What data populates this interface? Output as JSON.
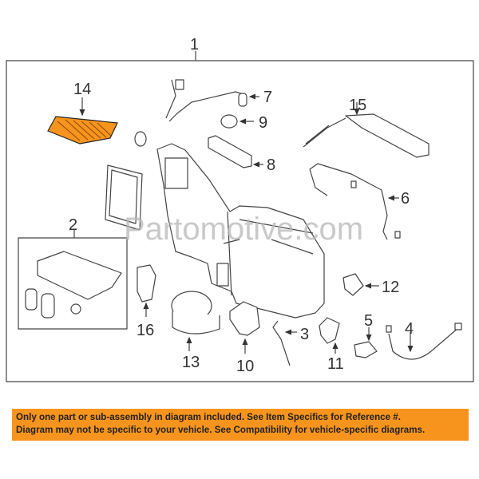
{
  "diagram": {
    "watermark": "Partomotive.com",
    "highlight_color": "#f7941d",
    "callouts": {
      "c1": "1",
      "c2": "2",
      "c3": "3",
      "c4": "4",
      "c5": "5",
      "c6": "6",
      "c7": "7",
      "c8": "8",
      "c9": "9",
      "c10": "10",
      "c11": "11",
      "c12": "12",
      "c13": "13",
      "c14": "14",
      "c15": "15",
      "c16": "16"
    },
    "highlighted_part": "14"
  },
  "banner": {
    "line1": "Only one part or sub-assembly in diagram included. See Item Specifics for Reference #.",
    "line2": "Diagram may not be specific to your vehicle. See Compatibility for vehicle-specific diagrams."
  }
}
